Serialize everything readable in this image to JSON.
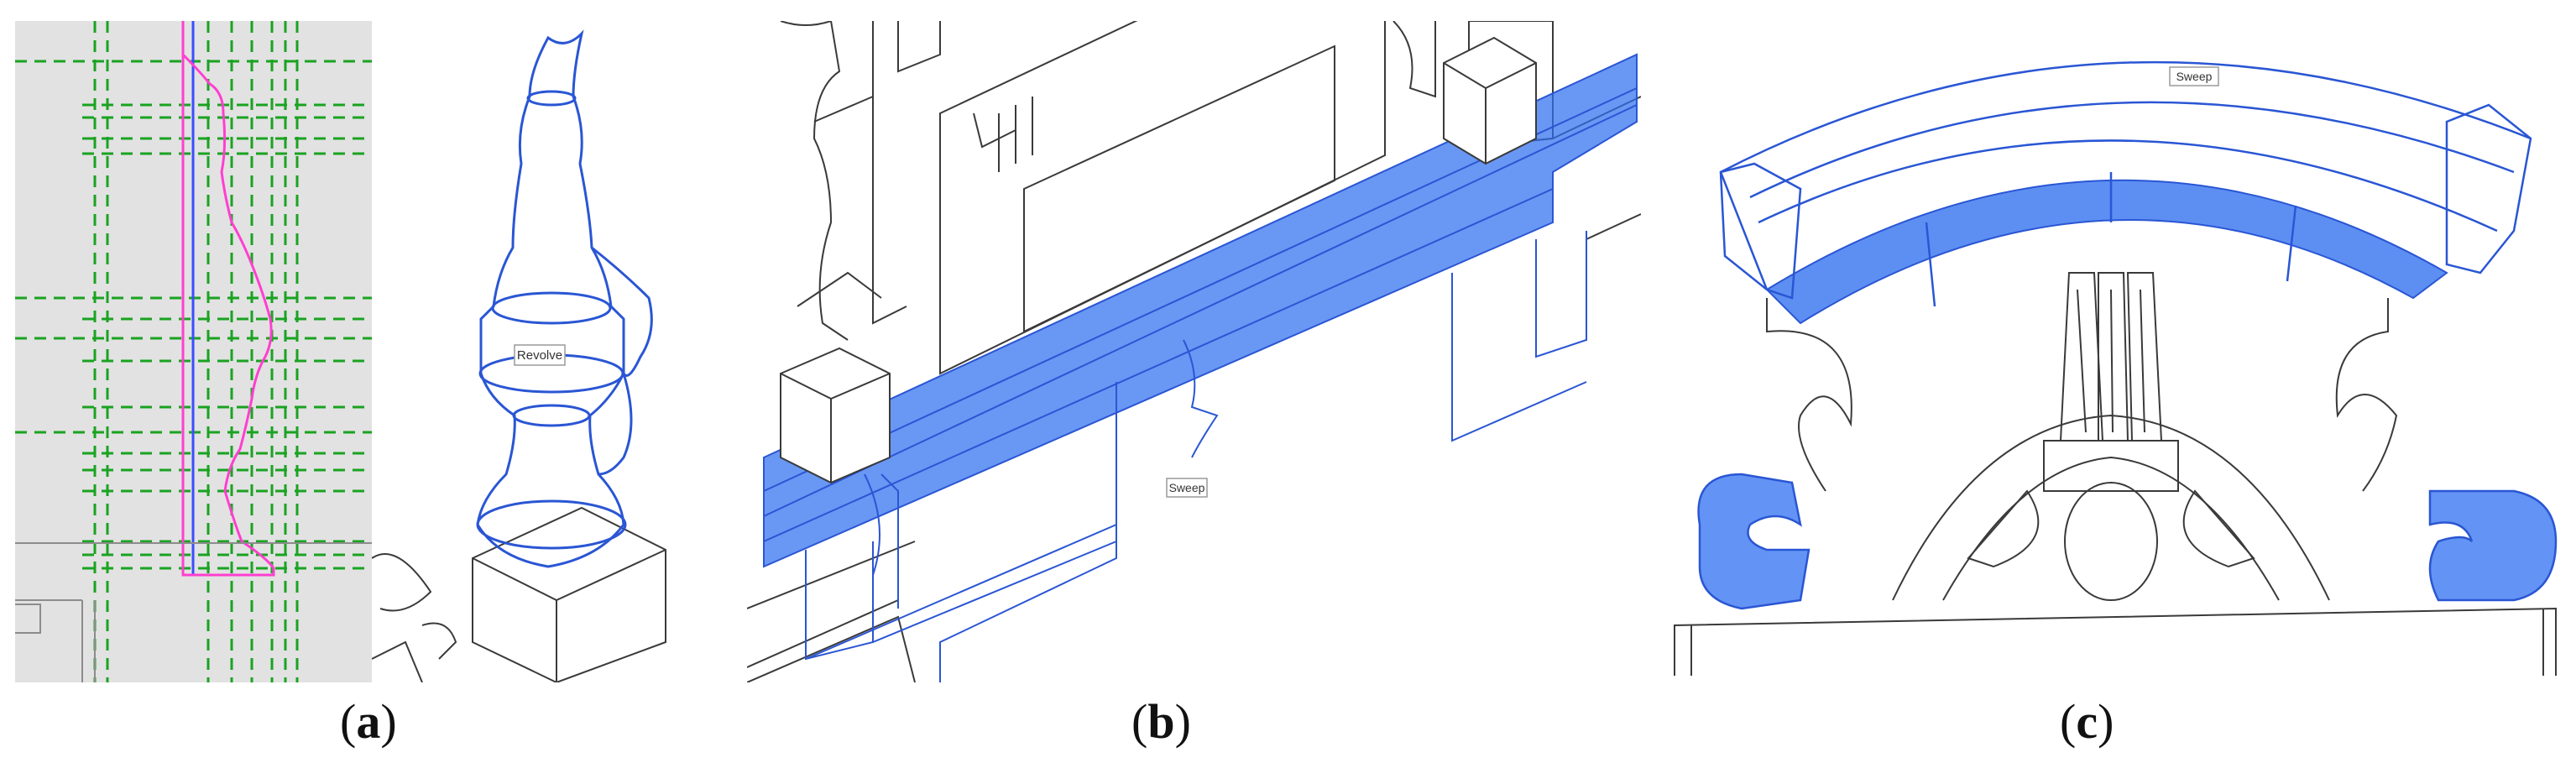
{
  "panels": {
    "a": {
      "label_open": "(",
      "label_letter": "a",
      "label_close": ")",
      "element_tag": "Revolve"
    },
    "b": {
      "label_open": "(",
      "label_letter": "b",
      "label_close": ")",
      "element_tag": "Sweep"
    },
    "c": {
      "label_open": "(",
      "label_letter": "c",
      "label_close": ")",
      "element_tag": "Sweep"
    }
  },
  "colors": {
    "reference_plane": "#1aa321",
    "profile_line": "#ff3fd0",
    "axis_line": "#3b4dff",
    "solid_fill": "#2f6ff0",
    "solid_edge": "#2a56d4",
    "linework": "#3a3a3a",
    "sketch_background": "#e2e2e2"
  }
}
